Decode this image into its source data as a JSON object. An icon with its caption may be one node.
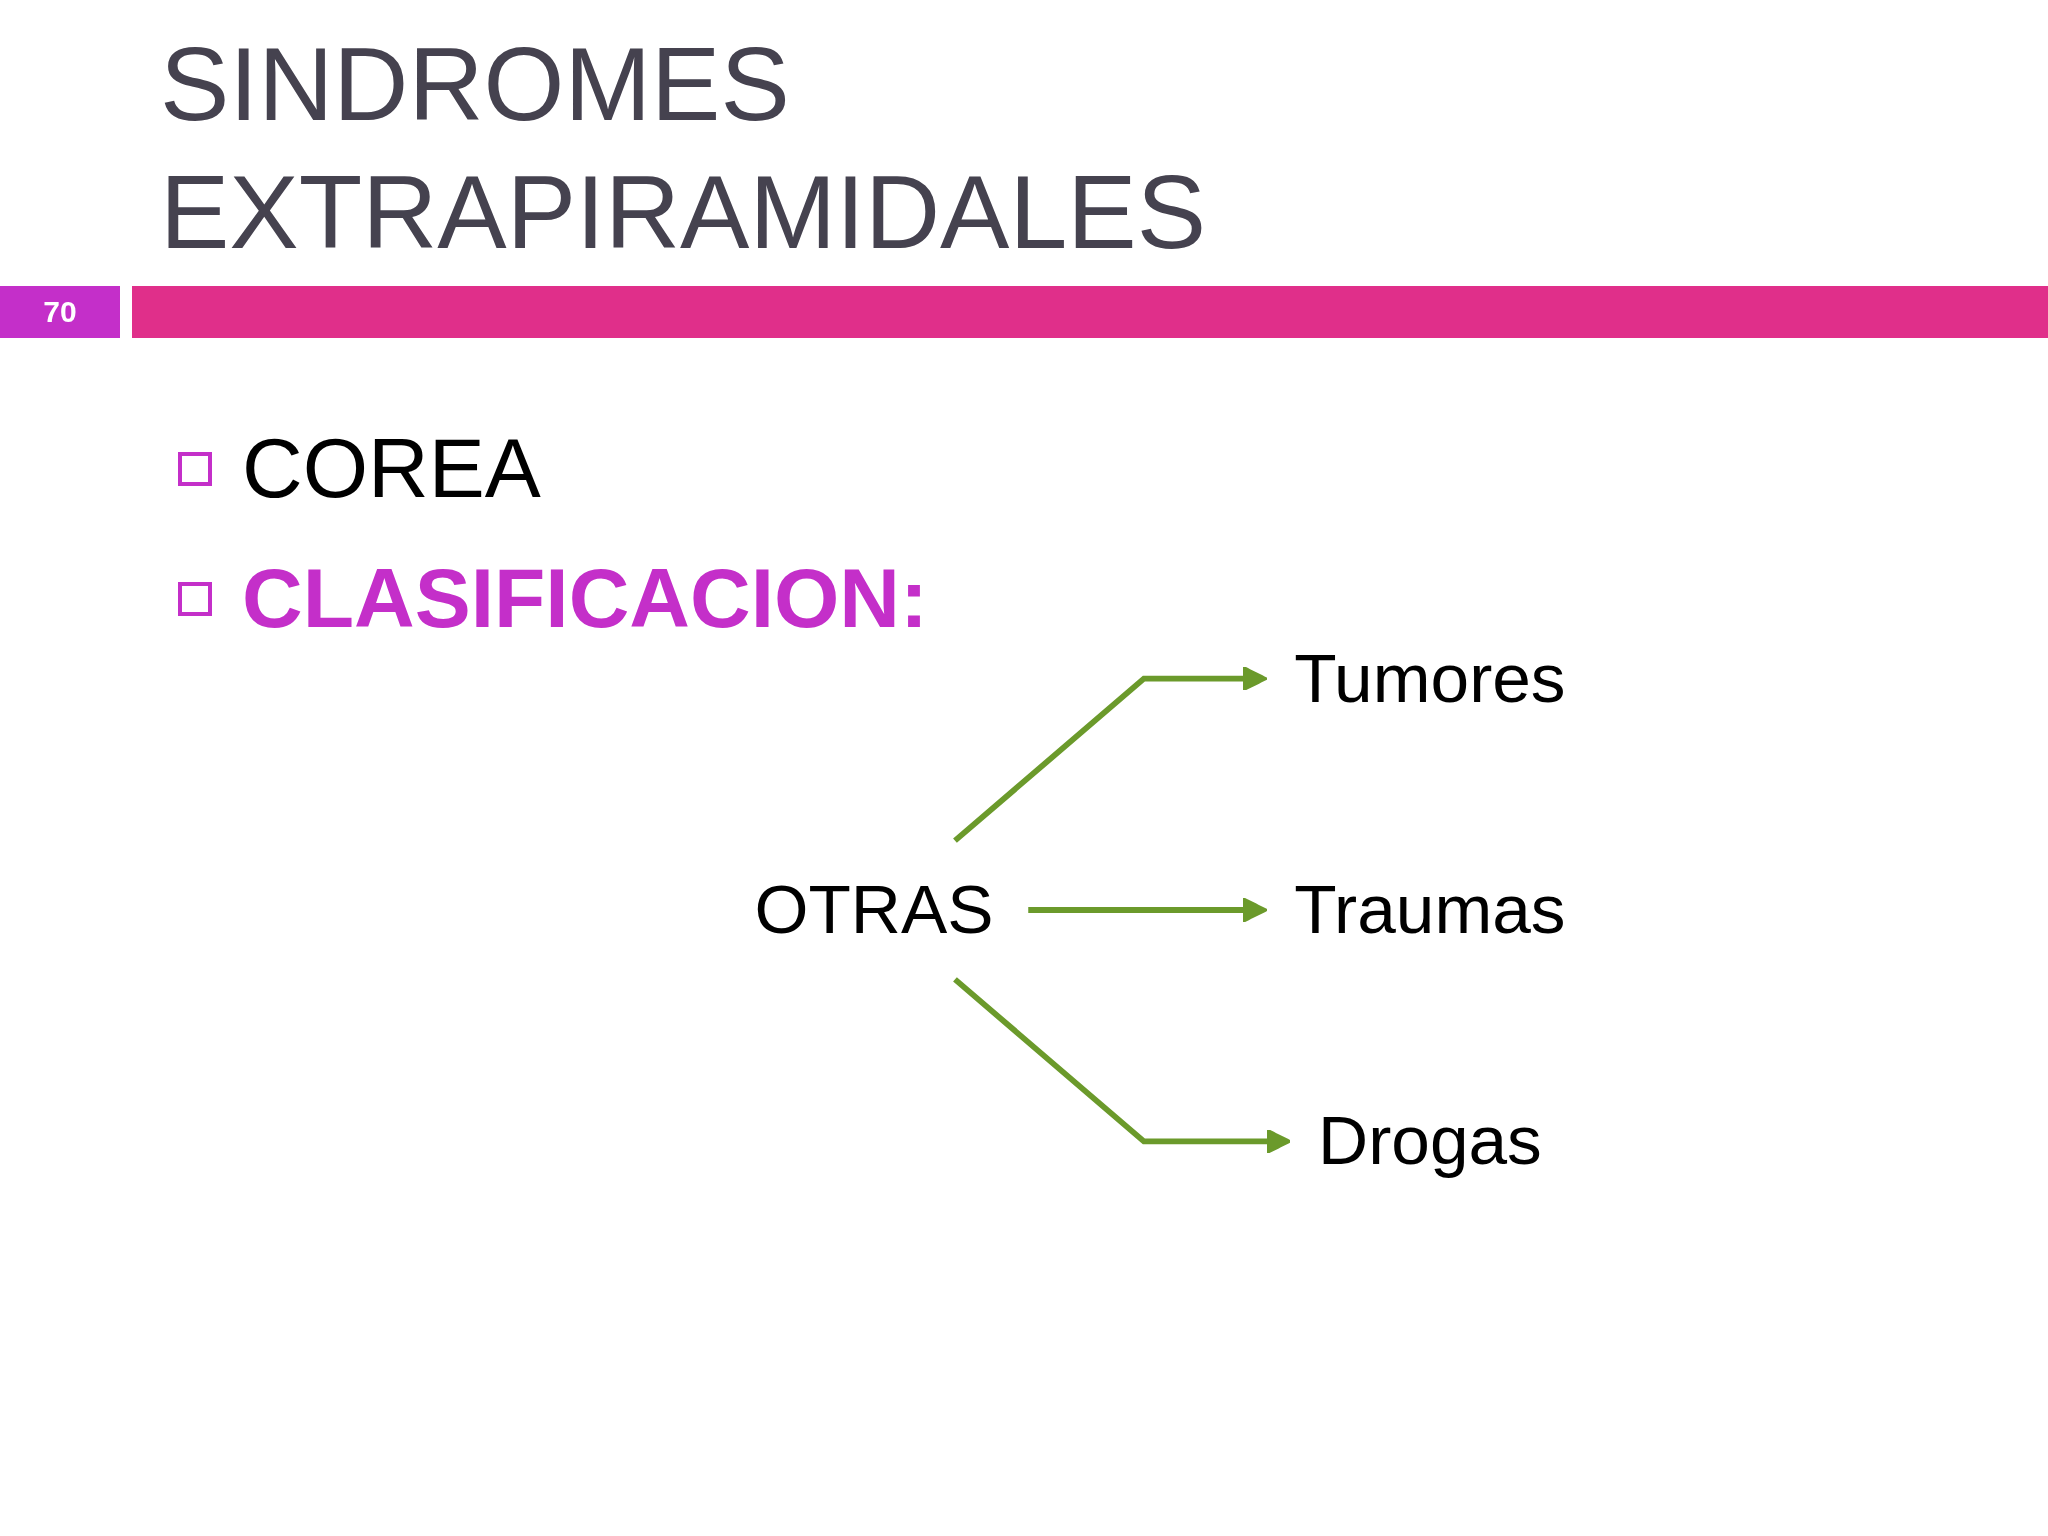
{
  "diagram": {
    "title": "SINDROMES EXTRAPIRAMIDALES",
    "nodes": [
      {
        "text": [
          "OTRAS"
        ]
      },
      {
        "text": [
          "Tumores"
        ]
      },
      {
        "text": [
          "Traumas"
        ]
      },
      {
        "text": [
          "Drogas"
        ]
      }
    ],
    "edges": [
      {
        "from": 0,
        "to": 1,
        "arrow": "to"
      },
      {
        "from": 0,
        "to": 2,
        "arrow": "to"
      },
      {
        "from": 0,
        "to": 3,
        "arrow": "to"
      }
    ],
    "labels": [
      "70",
      "COREA",
      "CLASIFICACION:"
    ]
  }
}
